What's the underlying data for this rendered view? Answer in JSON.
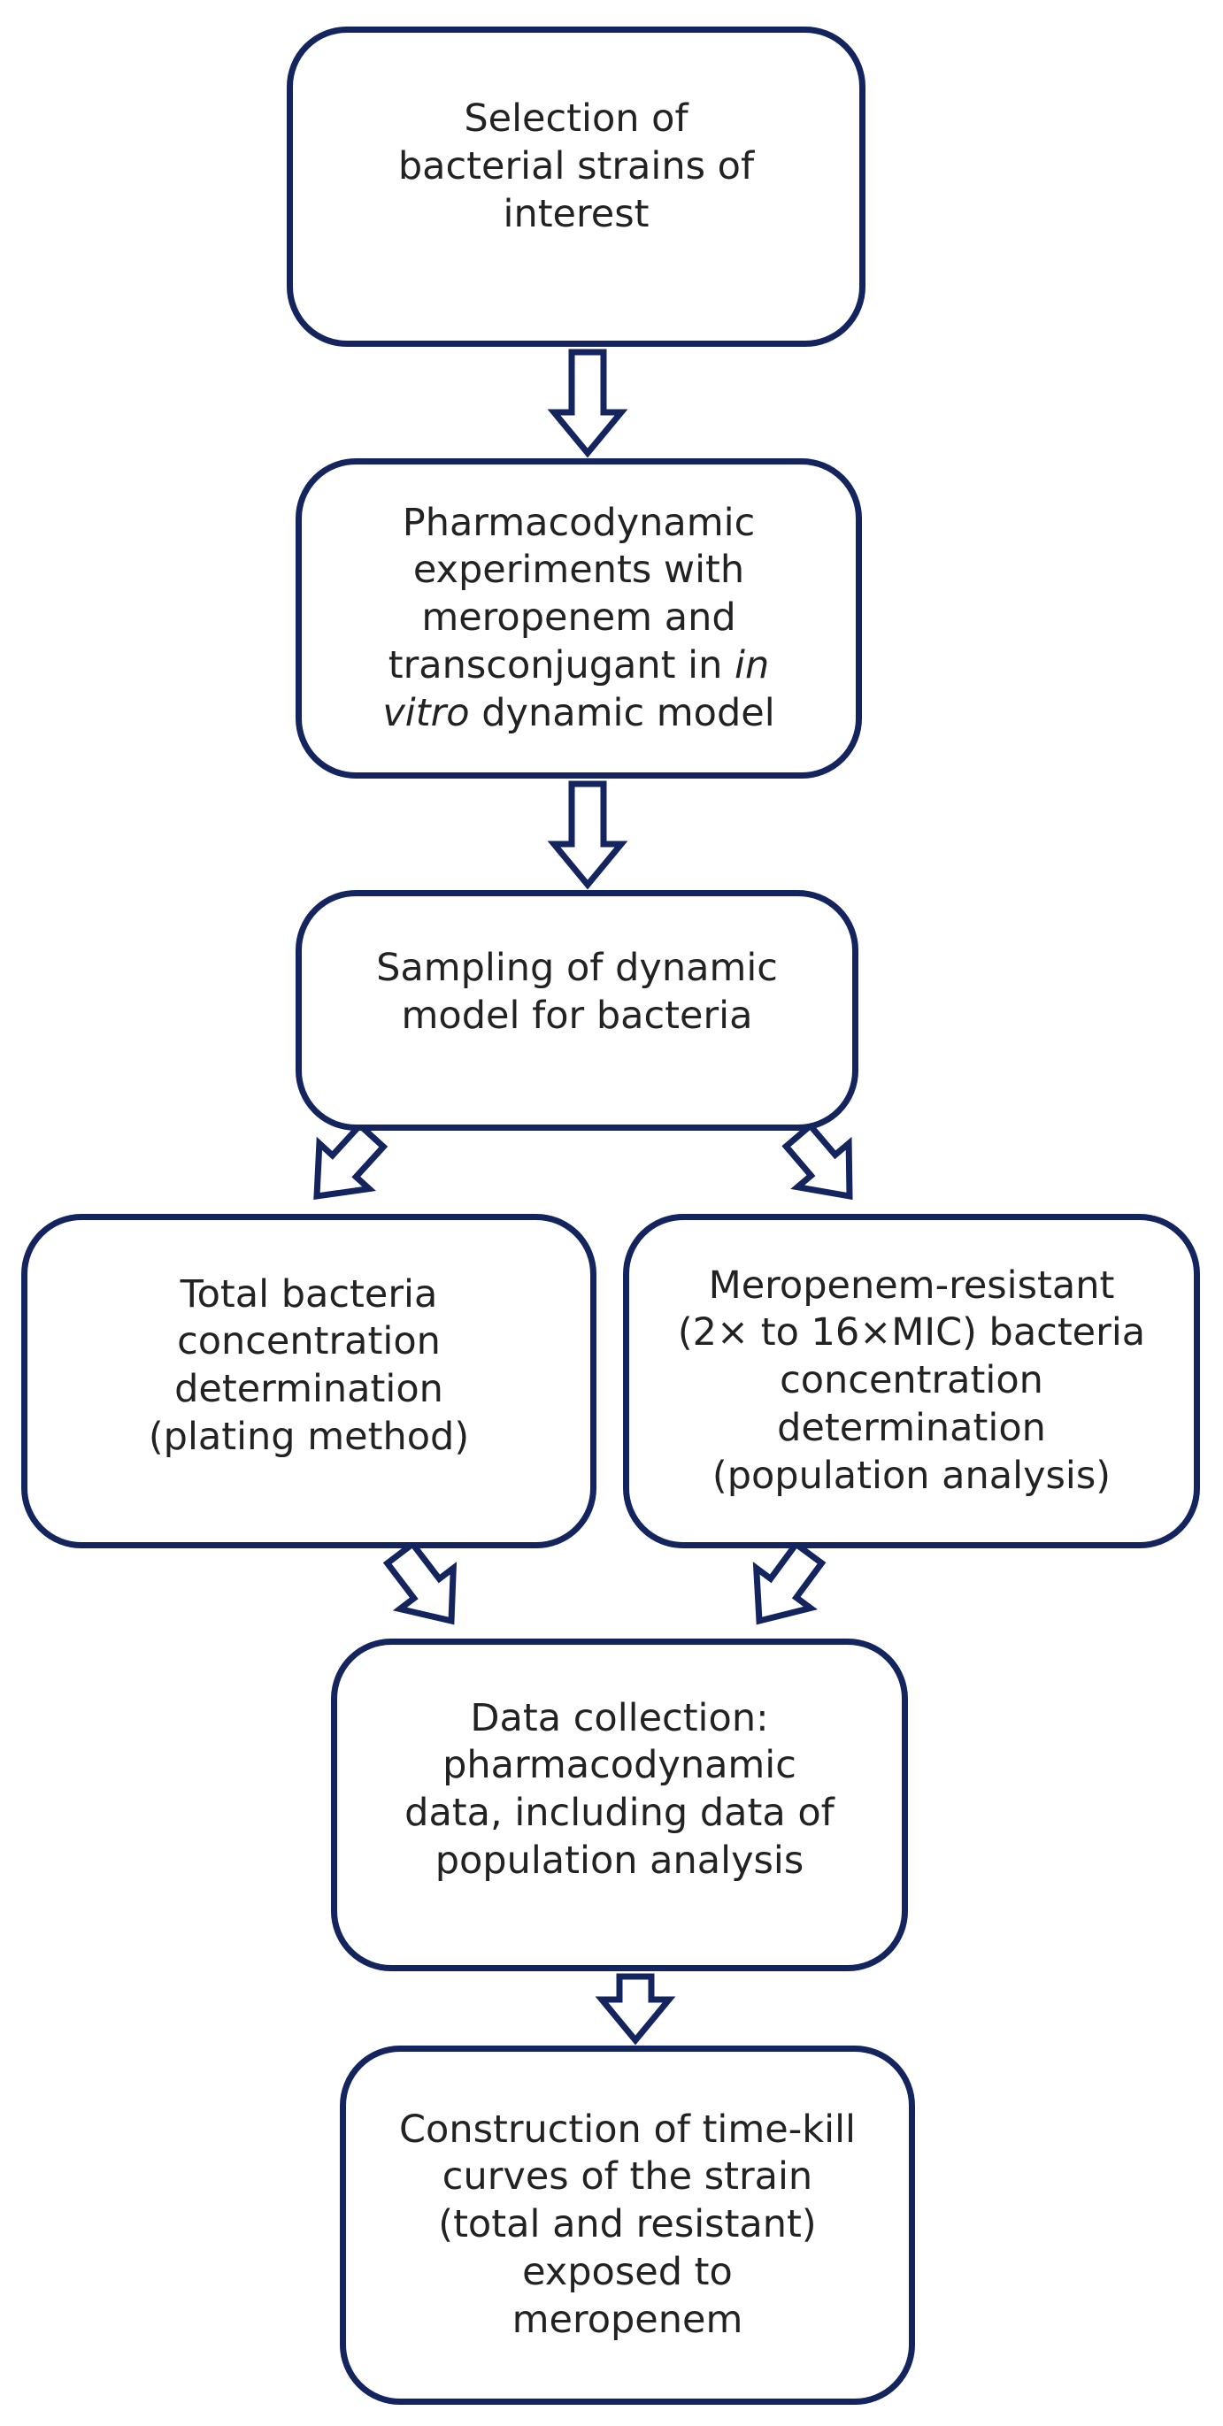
{
  "nodes": [
    {
      "id": "selection",
      "lines": [
        "Selection of",
        "bacterial strains of",
        "interest"
      ]
    },
    {
      "id": "pharmacodynamic-experiments",
      "lines": [
        "Pharmacodynamic",
        "experiments with",
        "meropenem and",
        "transconjugant in ",
        "in",
        " vitro",
        " dynamic model"
      ]
    },
    {
      "id": "sampling",
      "lines": [
        "Sampling of dynamic",
        "model for bacteria"
      ]
    },
    {
      "id": "total-bacteria",
      "lines": [
        "Total bacteria",
        "concentration",
        "determination",
        "(plating method)"
      ]
    },
    {
      "id": "meropenem-resistant",
      "lines": [
        "Meropenem-resistant",
        "(2× to 16×MIC) bacteria",
        "concentration",
        "determination",
        "(population analysis)"
      ]
    },
    {
      "id": "data-collection",
      "lines": [
        "Data collection:",
        "pharmacodynamic",
        "data, including data of",
        "population analysis"
      ]
    },
    {
      "id": "time-kill-curves",
      "lines": [
        "Construction of time-kill",
        "curves of the strain",
        "(total and resistant)",
        "exposed to",
        "meropenem"
      ]
    }
  ],
  "colors": {
    "border": "#13245f",
    "arrow": "#13245f",
    "text": "#222222",
    "background": "#ffffff"
  }
}
